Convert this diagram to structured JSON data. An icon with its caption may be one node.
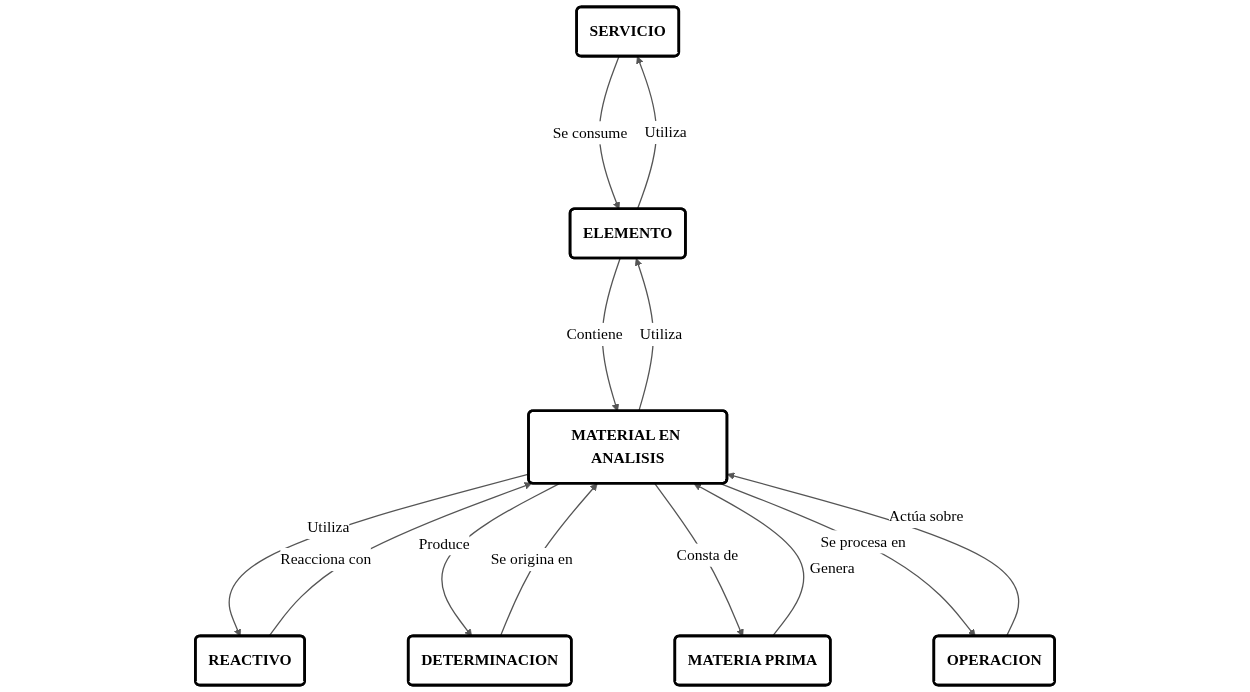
{
  "diagram": {
    "nodes": [
      {
        "text": [
          "SERVICIO"
        ]
      },
      {
        "text": [
          "REACTIVO"
        ]
      },
      {
        "text": [
          "ELEMENTO"
        ]
      },
      {
        "text": [
          "MATERIAL EN ANALISIS"
        ]
      },
      {
        "text": [
          "DETERMINACION"
        ]
      },
      {
        "text": [
          "MATERIA PRIMA"
        ]
      },
      {
        "text": [
          "OPERACION"
        ]
      }
    ],
    "edges": [
      {
        "from": 2,
        "to": 0,
        "label": "Utiliza",
        "arrow": "to"
      },
      {
        "from": 0,
        "to": 2,
        "label": "Se consume",
        "arrow": "to"
      },
      {
        "from": 3,
        "to": 1,
        "label": "Utiliza",
        "arrow": "to"
      },
      {
        "from": 1,
        "to": 3,
        "label": "Reacciona con",
        "arrow": "to"
      },
      {
        "from": 3,
        "to": 2,
        "label": "Utiliza",
        "arrow": "to"
      },
      {
        "from": 2,
        "to": 3,
        "label": "Contiene",
        "arrow": "to"
      },
      {
        "from": 4,
        "to": 3,
        "label": "Se origina en",
        "arrow": "to"
      },
      {
        "from": 3,
        "to": 4,
        "label": "Produce",
        "arrow": "to"
      },
      {
        "from": 3,
        "to": 5,
        "label": "Consta de",
        "arrow": "to"
      },
      {
        "from": 5,
        "to": 3,
        "label": "Genera",
        "arrow": "to"
      },
      {
        "from": 6,
        "to": 3,
        "label": "Actúa sobre",
        "arrow": "to"
      },
      {
        "from": 3,
        "to": 6,
        "label": "Se procesa en",
        "arrow": "to"
      }
    ]
  }
}
